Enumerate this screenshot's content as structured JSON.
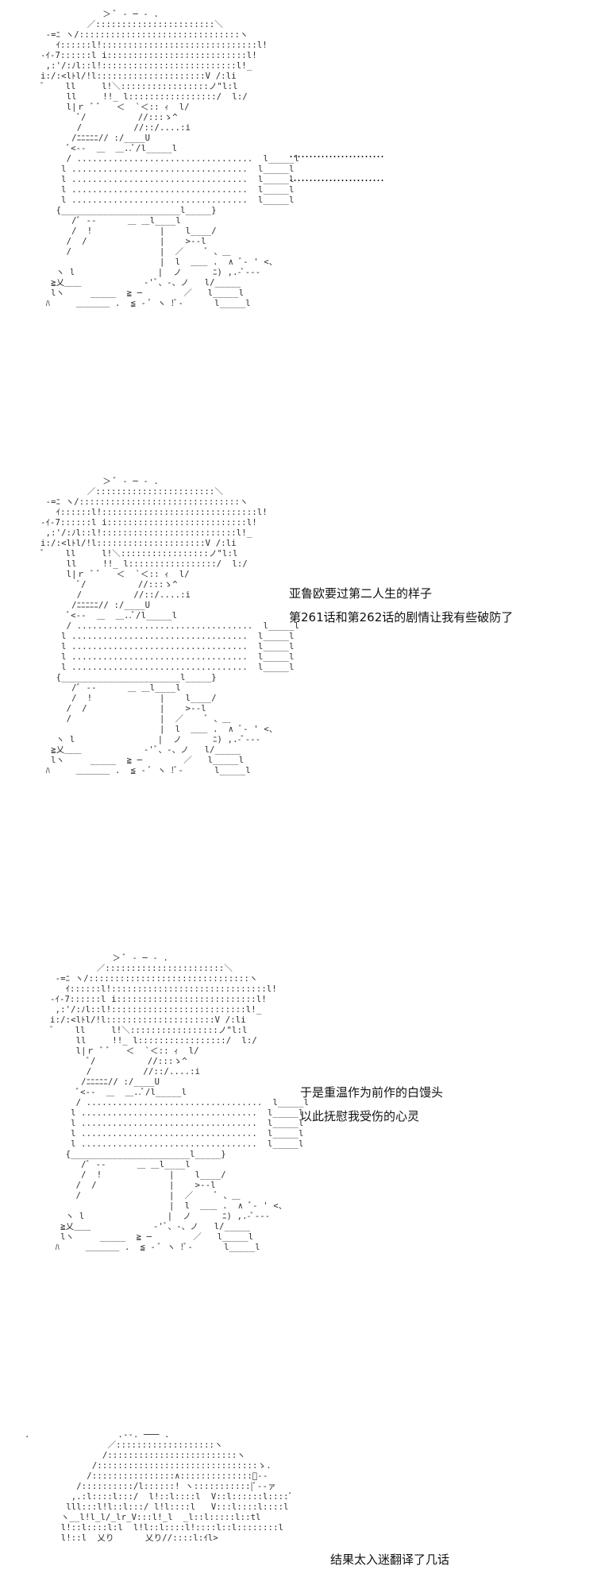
{
  "panels": [
    {
      "lines": [
        "……………………",
        "……………………"
      ]
    },
    {
      "lines": [
        "亚鲁欧要过第二人生的样子",
        "第261话和第262话的剧情让我有些破防了"
      ]
    },
    {
      "lines": [
        "于是重温作为前作的白馒头",
        "以此抚慰我受伤的心灵"
      ]
    },
    {
      "lines": [
        "结果太入迷翻译了几话"
      ]
    }
  ],
  "art": {
    "figure_sitting": "              ＞ ﾞ ‐ ─ ‐ .\n           ／:::::::::::::::::::::::＼\n   -=ﾆ ヽ/:::::::::::::::::::::::::::::::ヽ\n     ｲ::::::l!::::::::::::::::::::::::::::::l!\n  -ｲ‐7::::::l i:::::::::::::::::::::::::::l!\n   ,:'/:ﾉl::l!::::::::::::::::::::::::::l!_\n  i:/:<lﾄl/!l:::::::::::::::::::::V /:li\n  ﾞ    ll     l!＼:::::::::::::::::ノ\"l:l\n       ll     !!_ l:::::::::::::::::/  l:/\n       l|ｒ ﾞ ﾞ   ＜  `＜:: ｨ  l/\n         ﾞ/          //:::ゝ^\n         /          //::/....:i\n        /ﾆﾆﾆﾆﾆ// :/____U\n       ﾞ<--  ＿  ＿..ﾞ/l_____l\n       / ..................................  l_____l\n      l ..................................  l_____l\n      l ..................................  l_____l\n      l ..................................  l_____l\n      l ..................................  l_____l\n     {_______________________l_____}\n        /ﾞ ‐‐      ＿ ＿l____l\n        /  !             |    l____/\n       /  /              |    >‐‐l\n       /                 |  ／    ﾞ 、＿\n                         |  l  ＿＿ .  ∧ ﾞ- ' <、\n     ヽ l                |  ノ      ﾆ) ,.-ﾞ---\n    ≧乂＿＿            ‐'ﾞ、‐、ノ   l/_____\n    lヽ     _____  ≧ ─        ／   l_____l\n   ﾊ     ＿＿＿＿ .  ≦ - ﾞ ヽ !ﾞ‐      l_____l",
    "figure_crowd": "  .                 .‐-. ─── .\n                  ／:::::::::::::::::::ヽ\n                 /:::::::::::::::::::::::::ヽ\n               /:::::::::::::::::::::::::::::::ゝ.\n              /::::::::::::::::∧::::::::::::::ﾞ‐-\n            /::::::::::/l::::::! ヽ:::::::::::|ﾞ‐‐ァ\n           ,.:l::::l:::/  l!::l::::l  V::l::::::l::::ﾞ\n          lll:::l!l::l:::/ l!l::::l   V:::l::::l::::l\n         ヽ__l!l_l/_lr_V:::l!_l  _l::l:::::l::tl\n         l!::l::::l:l  l!l::l::::l!::::l::l::::::::l\n         l!::l  乂り      乂り//::::l:ｲl>"
  }
}
